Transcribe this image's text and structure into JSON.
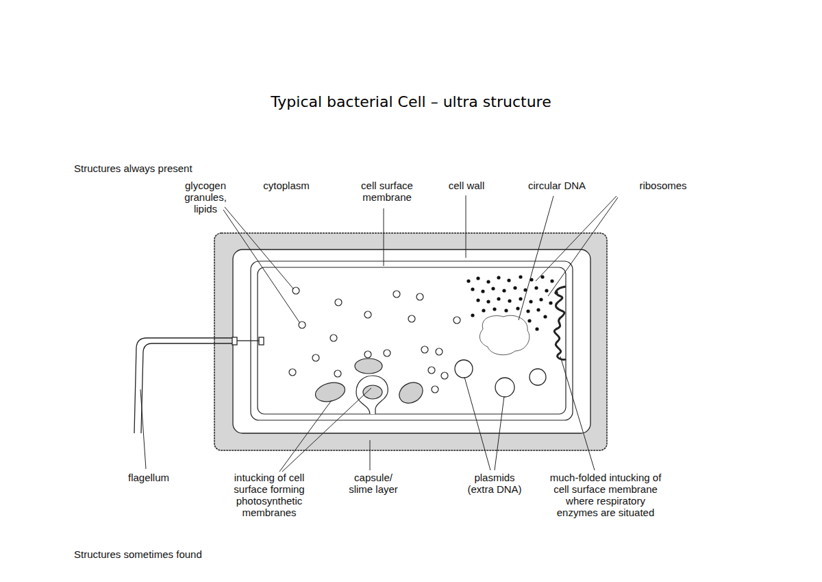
{
  "diagram": {
    "title": "Typical bacterial Cell – ultra structure",
    "labels": [
      "Structures always present",
      "glycogen granules, lipids",
      "cytoplasm",
      "cell surface membrane",
      "cell wall",
      "circular DNA",
      "ribosomes",
      "flagellum",
      "intucking of cell surface forming photosynthetic membranes",
      "capsule/ slime layer",
      "plasmids (extra DNA)",
      "much-folded intucking of cell surface membrane where respiratory enzymes are situated",
      "Structures sometimes found"
    ]
  }
}
